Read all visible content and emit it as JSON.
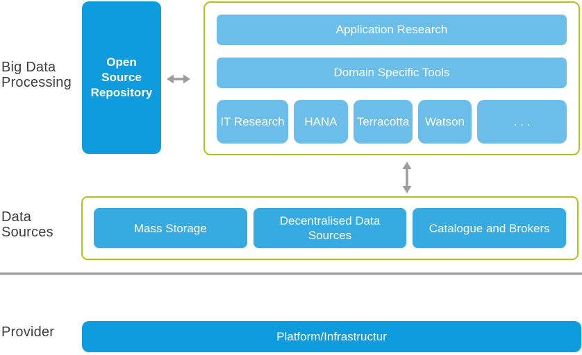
{
  "colors": {
    "primary_blue": "#0e9cdf",
    "light_blue": "#6abee9",
    "medium_blue": "#36abe2",
    "green_border": "#a8c90f",
    "arrow_gray": "#9d9d9c",
    "divider_gray": "#9d9d9c",
    "label_text": "#3c3c3b"
  },
  "labels": {
    "big_data_processing": "Big Data Processing",
    "data_sources": "Data Sources",
    "provider": "Provider"
  },
  "big_data_processing": {
    "repository": "Open Source Repository",
    "application_research": "Application Research",
    "domain_specific_tools": "Domain Specific Tools",
    "tools": [
      "IT Research",
      "HANA",
      "Terracotta",
      "Watson",
      ". . ."
    ]
  },
  "data_sources": {
    "boxes": [
      "Mass Storage",
      "Decentralised Data Sources",
      "Catalogue and Brokers"
    ]
  },
  "provider": {
    "platform": "Platform/Infrastructur"
  },
  "icons": {
    "horizontal_double_arrow": "↔",
    "vertical_double_arrow": "↕"
  }
}
